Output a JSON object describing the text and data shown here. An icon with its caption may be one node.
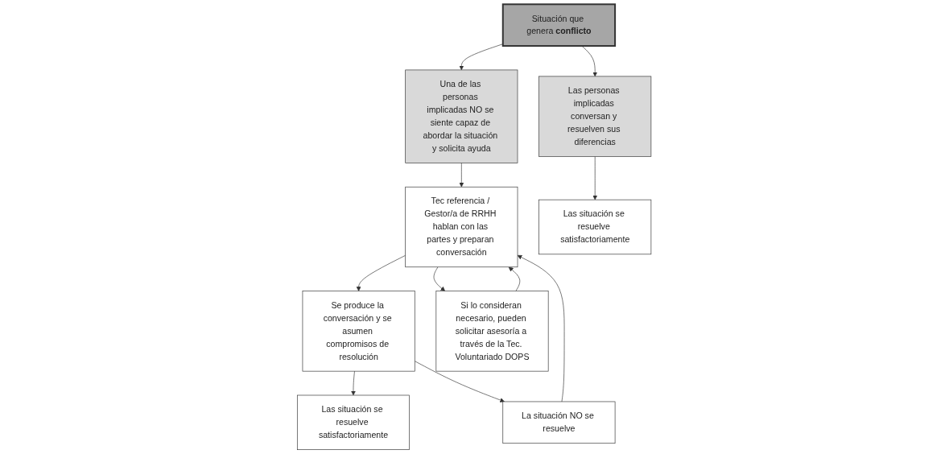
{
  "diagram": {
    "nodes": [
      {
        "text": [
          "Situación que genera **conflicto**"
        ]
      },
      {
        "text": [
          "Una de las personas implicadas NO se siente capaz de abordar la situación y solicita ayuda"
        ]
      },
      {
        "text": [
          "Tec referencia / Gestor/a de RRHH hablan con las partes y preparan conversación"
        ]
      },
      {
        "text": [
          "Se produce la conversación y se asumen compromisos de resolución"
        ]
      },
      {
        "text": [
          "Las situación se resuelve satisfactoriamente"
        ]
      },
      {
        "text": [
          "Las personas implicadas conversan y resuelven sus diferencias"
        ]
      },
      {
        "text": [
          "Las situación se resuelve satisfactoriamente"
        ]
      },
      {
        "text": [
          "Si lo consideran necesario, pueden solicitar asesoría a través de la Tec. Voluntariado DOPS"
        ]
      },
      {
        "text": [
          "La situación NO se resuelve"
        ]
      }
    ],
    "edges": [
      {
        "from": 0,
        "to": 1,
        "arrow": "to"
      },
      {
        "from": 1,
        "to": 2,
        "arrow": "to"
      },
      {
        "from": 2,
        "to": 3,
        "arrow": "to"
      },
      {
        "from": 3,
        "to": 4,
        "arrow": "to"
      },
      {
        "from": 0,
        "to": 5,
        "arrow": "to"
      },
      {
        "from": 5,
        "to": 6,
        "arrow": "to"
      },
      {
        "from": 2,
        "to": 7,
        "arrow": "to"
      },
      {
        "from": 7,
        "to": 2,
        "arrow": "to"
      },
      {
        "from": 3,
        "to": 8,
        "arrow": "to"
      },
      {
        "from": 8,
        "to": 2,
        "arrow": "to"
      }
    ]
  }
}
